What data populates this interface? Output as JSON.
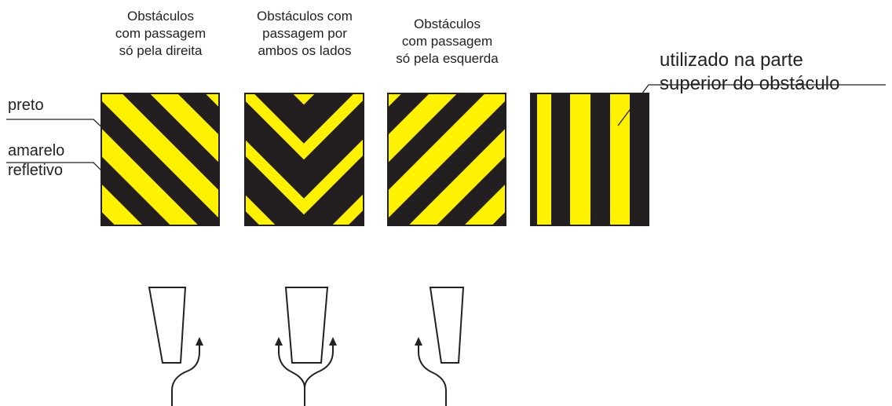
{
  "captions": {
    "right": "Obstáculos\ncom passagem\nsó pela direita",
    "both": "Obstáculos com\npassagem por\nambos os lados",
    "left": "Obstáculos\ncom passagem\nsó pela esquerda"
  },
  "legend": {
    "black": "preto",
    "yellow": "amarelo\nrefletivo"
  },
  "top_note": "utilizado na parte\nsuperior do obstáculo",
  "colors": {
    "yellow": "#FFF200",
    "black": "#231F20",
    "line": "#222222"
  },
  "panels": [
    {
      "id": "pass-right",
      "pattern": "diagonal-descending"
    },
    {
      "id": "pass-both",
      "pattern": "chevron-down"
    },
    {
      "id": "pass-left",
      "pattern": "diagonal-ascending"
    },
    {
      "id": "top-of-obstacle",
      "pattern": "vertical-stripes"
    }
  ],
  "arrow_diagrams": [
    {
      "id": "route-right",
      "direction": "right"
    },
    {
      "id": "route-both",
      "direction": "both"
    },
    {
      "id": "route-left",
      "direction": "left"
    }
  ]
}
